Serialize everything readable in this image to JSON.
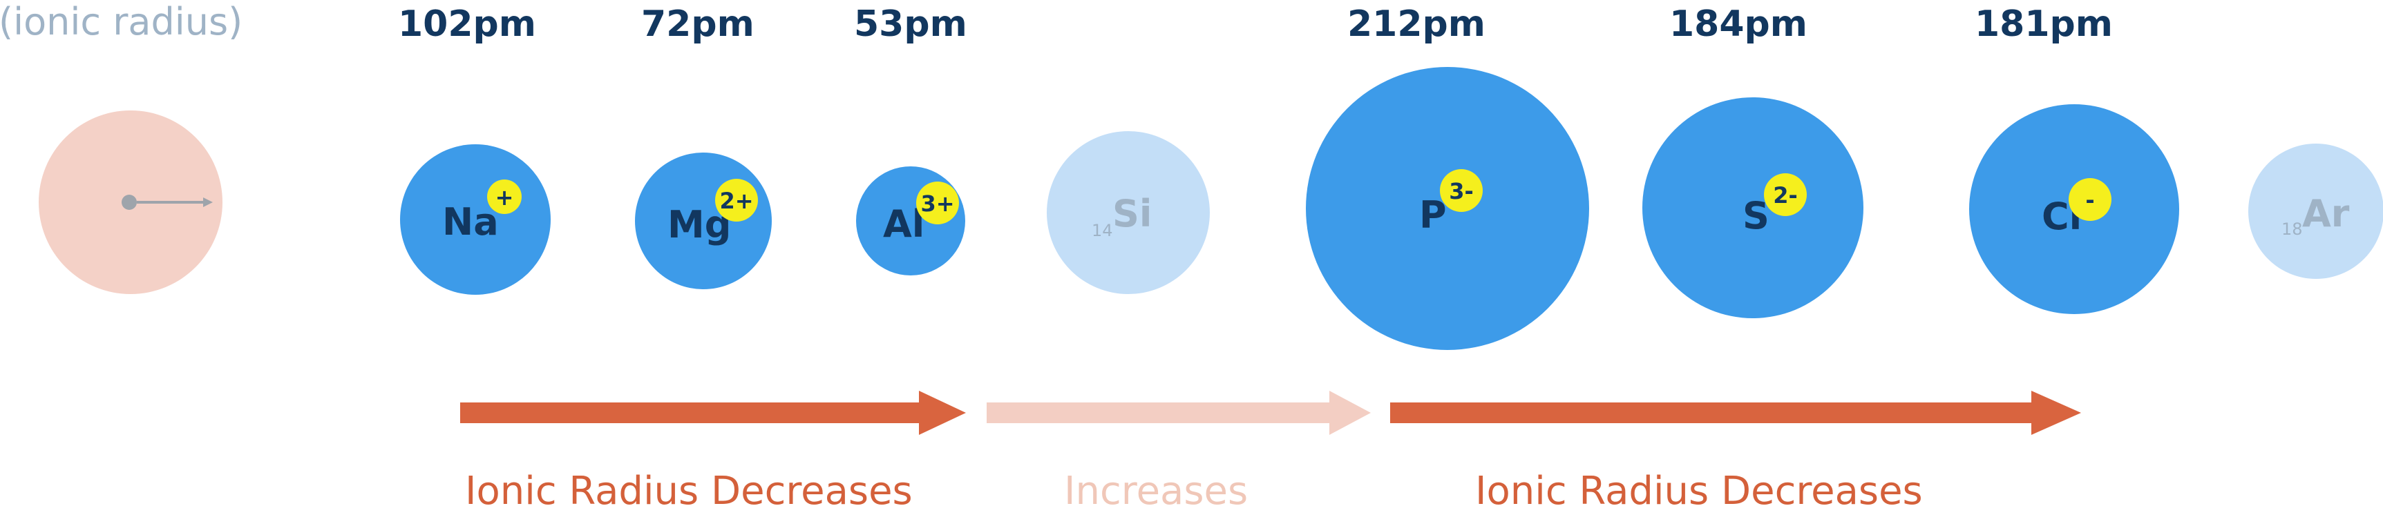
{
  "legend": {
    "label": "(ionic radius)"
  },
  "colors": {
    "ion": "#3d9be9",
    "atom_faded": "#c3def7",
    "legend_circle": "#f4d1c7",
    "legend_line": "#9ea4ab",
    "charge_bubble": "#f5ef1d",
    "text_dark": "#12375f",
    "text_faded": "#9fb3c6",
    "arrow": "#d9643f",
    "arrow_faded": "#f3cec3",
    "trend_text": "#d4603a",
    "trend_text_faded": "#f0c7b8"
  },
  "ions": [
    {
      "symbol": "Na",
      "charge": "+",
      "radius_label": "102pm",
      "radius_pm": 102
    },
    {
      "symbol": "Mg",
      "charge": "2+",
      "radius_label": "72pm",
      "radius_pm": 72
    },
    {
      "symbol": "Al",
      "charge": "3+",
      "radius_label": "53pm",
      "radius_pm": 53
    },
    {
      "symbol": "P",
      "charge": "3-",
      "radius_label": "212pm",
      "radius_pm": 212
    },
    {
      "symbol": "S",
      "charge": "2-",
      "radius_label": "184pm",
      "radius_pm": 184
    },
    {
      "symbol": "Cl",
      "charge": "-",
      "radius_label": "181pm",
      "radius_pm": 181
    }
  ],
  "atoms_faded": [
    {
      "symbol": "Si",
      "atomic_number": "14"
    },
    {
      "symbol": "Ar",
      "atomic_number": "18"
    }
  ],
  "trends": [
    {
      "label": "Ionic Radius Decreases",
      "faded": false
    },
    {
      "label": "Increases",
      "faded": true
    },
    {
      "label": "Ionic Radius Decreases",
      "faded": false
    }
  ]
}
